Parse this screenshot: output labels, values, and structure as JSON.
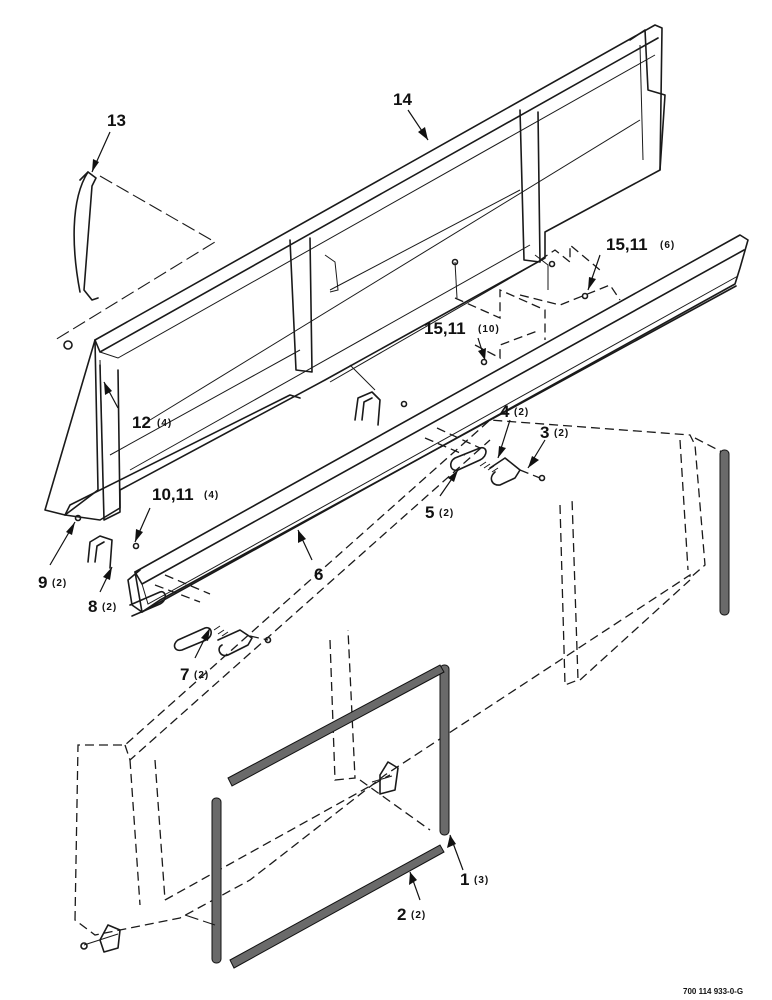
{
  "callouts": [
    {
      "id": "c1",
      "number": "1",
      "qty": "(3)"
    },
    {
      "id": "c2",
      "number": "2",
      "qty": "(2)"
    },
    {
      "id": "c3",
      "number": "3",
      "qty": "(2)"
    },
    {
      "id": "c4",
      "number": "4",
      "qty": "(2)"
    },
    {
      "id": "c5",
      "number": "5",
      "qty": "(2)"
    },
    {
      "id": "c6",
      "number": "6",
      "qty": ""
    },
    {
      "id": "c7",
      "number": "7",
      "qty": "(2)"
    },
    {
      "id": "c8",
      "number": "8",
      "qty": "(2)"
    },
    {
      "id": "c9",
      "number": "9",
      "qty": "(2)"
    },
    {
      "id": "c10",
      "number": "10,11",
      "qty": "(4)"
    },
    {
      "id": "c12",
      "number": "12",
      "qty": "(4)"
    },
    {
      "id": "c13",
      "number": "13",
      "qty": ""
    },
    {
      "id": "c14",
      "number": "14",
      "qty": ""
    },
    {
      "id": "c15a",
      "number": "15,11",
      "qty": "(6)"
    },
    {
      "id": "c15b",
      "number": "15,11",
      "qty": "(10)"
    }
  ],
  "reference_number": "700 114 933-0-G"
}
